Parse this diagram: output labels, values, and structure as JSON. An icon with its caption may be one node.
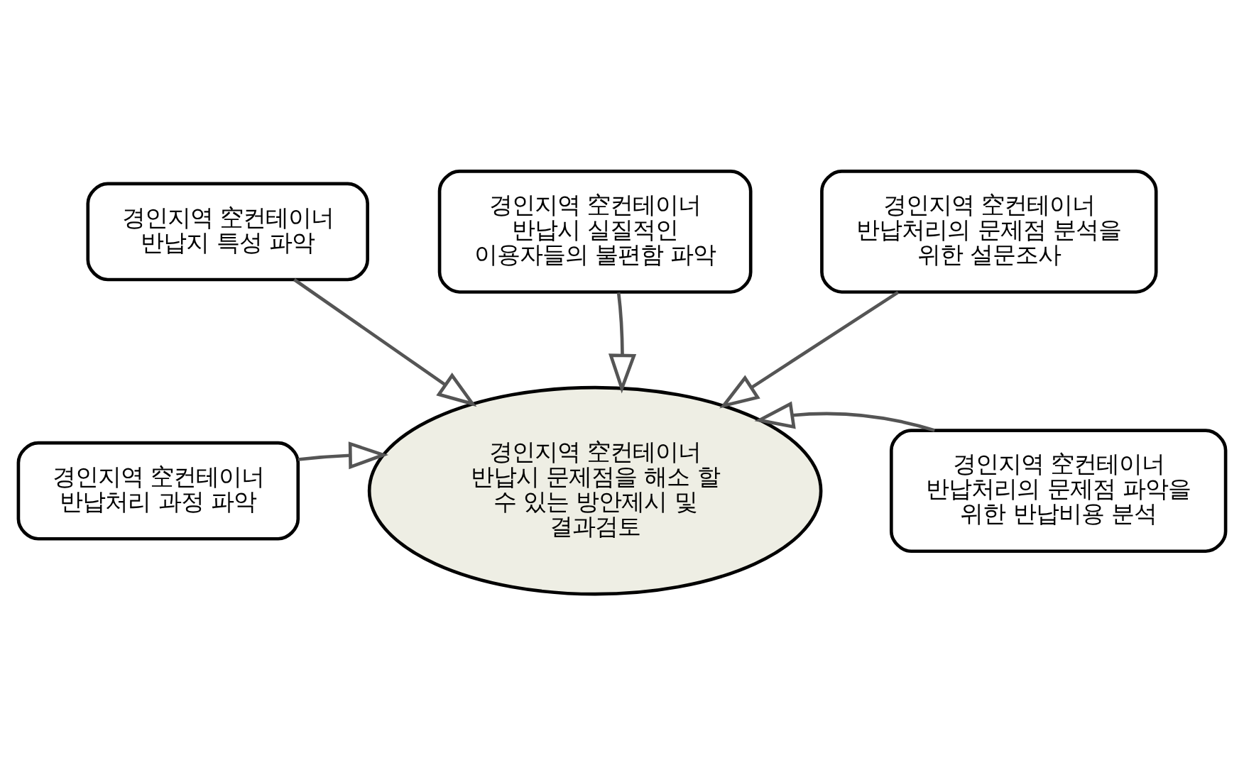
{
  "diagram": {
    "nodes": [
      {
        "text": [
          "경인지역 空컨테이너 반납지 특성 파악"
        ]
      },
      {
        "text": [
          "경인지역 空컨테이너 반납시 실질적인 이용자들의 불편함 파악"
        ]
      },
      {
        "text": [
          "경인지역 空컨테이너 반납처리의 문제점 분석을 위한 설문조사"
        ]
      },
      {
        "text": [
          "경인지역 空컨테이너 반납처리 과정 파악"
        ]
      },
      {
        "text": [
          "경인지역 空컨테이너 반납시 문제점을 해소 할 수 있는 방안제시 및 결과검토"
        ]
      },
      {
        "text": [
          "경인지역 空컨테이너 반납처리의 문제점 파악을 위한 반납비용 분석"
        ]
      }
    ],
    "edges": [
      {
        "from": 0,
        "to": 4,
        "arrow": "to"
      },
      {
        "from": 1,
        "to": 4,
        "arrow": "to"
      },
      {
        "from": 2,
        "to": 4,
        "arrow": "to"
      },
      {
        "from": 3,
        "to": 4,
        "arrow": "to"
      },
      {
        "from": 5,
        "to": 4,
        "arrow": "to"
      }
    ]
  }
}
